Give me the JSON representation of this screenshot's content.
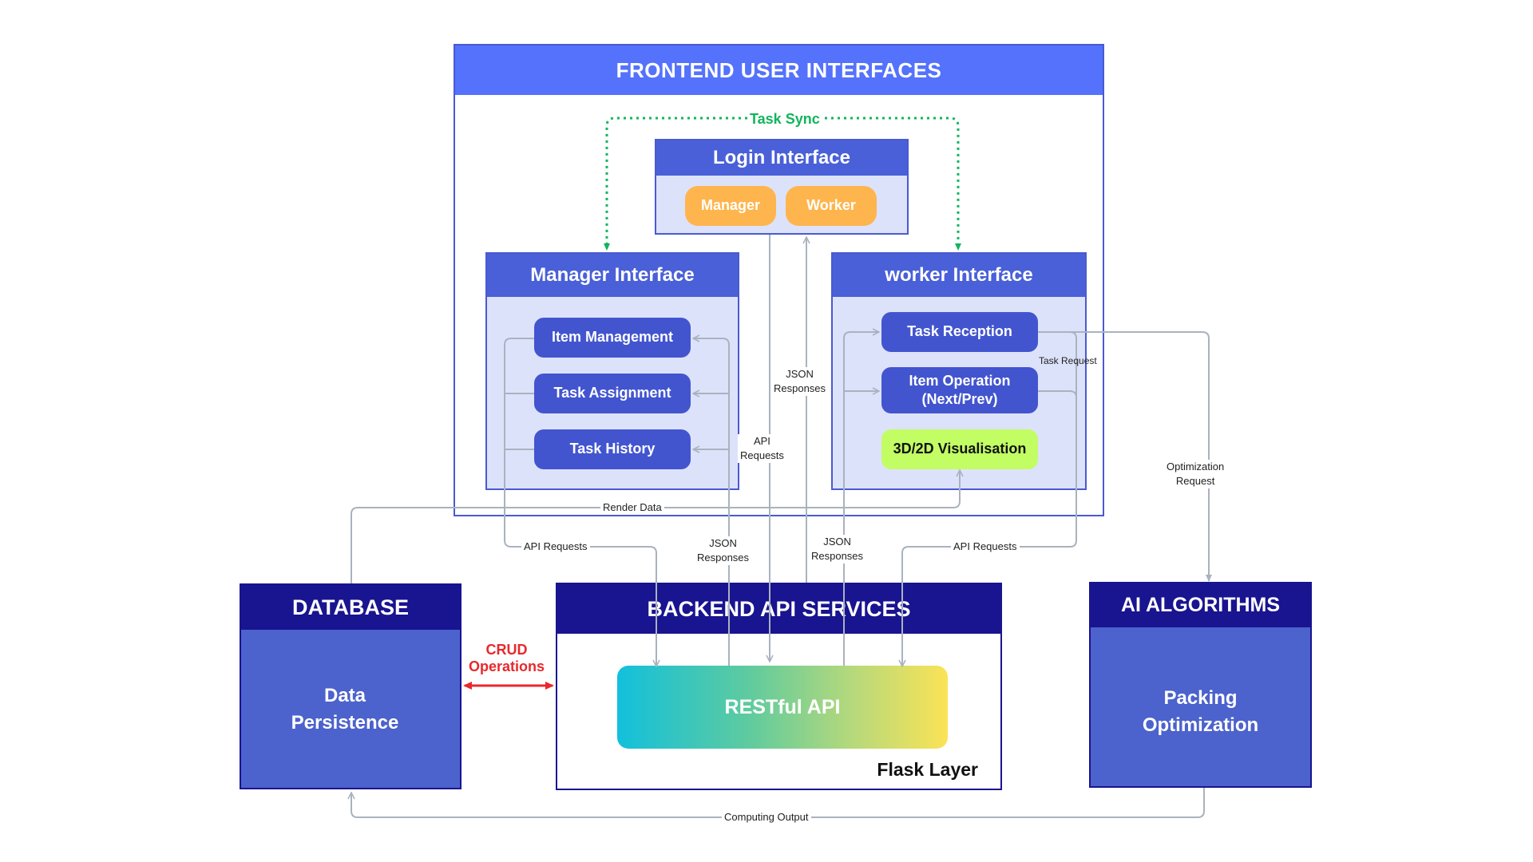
{
  "frontend": {
    "title": "FRONTEND USER INTERFACES",
    "task_sync": "Task Sync",
    "login": {
      "title": "Login Interface",
      "roles": [
        "Manager",
        "Worker"
      ]
    },
    "manager": {
      "title": "Manager Interface",
      "items": [
        "Item Management",
        "Task Assignment",
        "Task History"
      ]
    },
    "worker": {
      "title": "worker Interface",
      "items": [
        "Task Reception",
        "Item Operation\n(Next/Prev)",
        "3D/2D Visualisation"
      ]
    }
  },
  "backend": {
    "title": "BACKEND API SERVICES",
    "restful": "RESTful API",
    "layer": "Flask Layer"
  },
  "database": {
    "title": "DATABASE",
    "body": "Data\nPersistence"
  },
  "ai": {
    "title": "AI ALGORITHMS",
    "body": "Packing\nOptimization"
  },
  "labels": {
    "render_data": "Render Data",
    "api_requests_left": "API Requests",
    "api_requests_right": "API Requests",
    "api_requests_center": "API\nRequests",
    "json_responses_center": "JSON\nResponses",
    "json_responses_left": "JSON\nResponses",
    "json_responses_right": "JSON\nResponses",
    "task_request": "Task Request",
    "optimization_request": "Optimization\nRequest",
    "crud": "CRUD\nOperations",
    "computing_output": "Computing Output"
  },
  "colors": {
    "frontend_header": "#5472fc",
    "navy": "#19148f",
    "panel_header": "#4a60d8",
    "panel_body": "#dde2fb",
    "pill": "#4255cf",
    "orange": "#ffb54d",
    "green_pill": "#c2fd64",
    "sync": "#10b55c",
    "crud": "#e8282d",
    "connector": "#a9b3bf",
    "db_body": "#4c62cc"
  }
}
